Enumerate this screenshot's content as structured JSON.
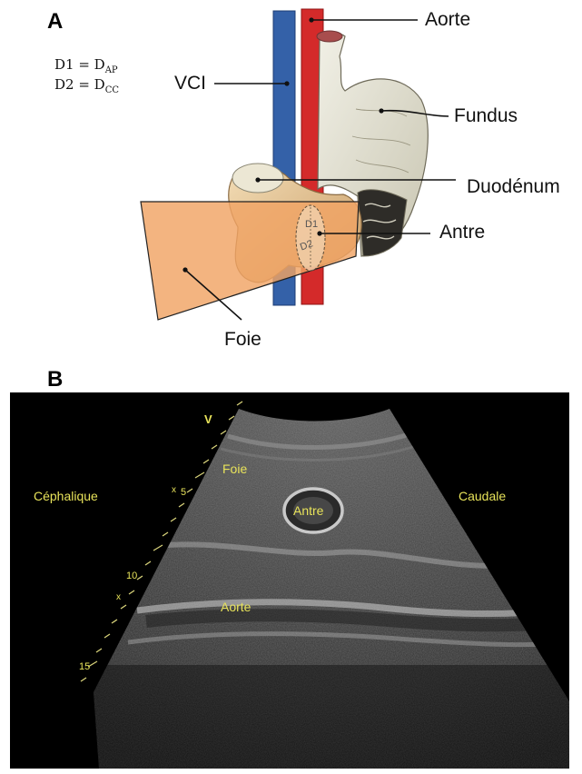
{
  "panel_a": {
    "letter": "A",
    "formula_1": {
      "lhs": "D1 = D",
      "sub": "AP"
    },
    "formula_2": {
      "lhs": "D2 = D",
      "sub": "CC"
    },
    "labels": {
      "aorte": "Aorte",
      "vci": "VCI",
      "fundus": "Fundus",
      "duodenum": "Duodénum",
      "antre": "Antre",
      "foie": "Foie"
    },
    "inset_labels": {
      "d1": "D1",
      "d2": "D2"
    },
    "colors": {
      "vci": "#3461a8",
      "aorta": "#d42a2a",
      "liver_probe": "#f0a364",
      "stomach": "#e2e0d2"
    }
  },
  "panel_b": {
    "letter": "B",
    "scale_marks": [
      "5",
      "10",
      "15"
    ],
    "orientation_marker": "V",
    "labels": {
      "cephalique": "Céphalique",
      "caudale": "Caudale",
      "foie": "Foie",
      "antre": "Antre",
      "aorte": "Aorte"
    },
    "colors": {
      "background": "#000000",
      "annotation": "#e8e35a"
    }
  }
}
